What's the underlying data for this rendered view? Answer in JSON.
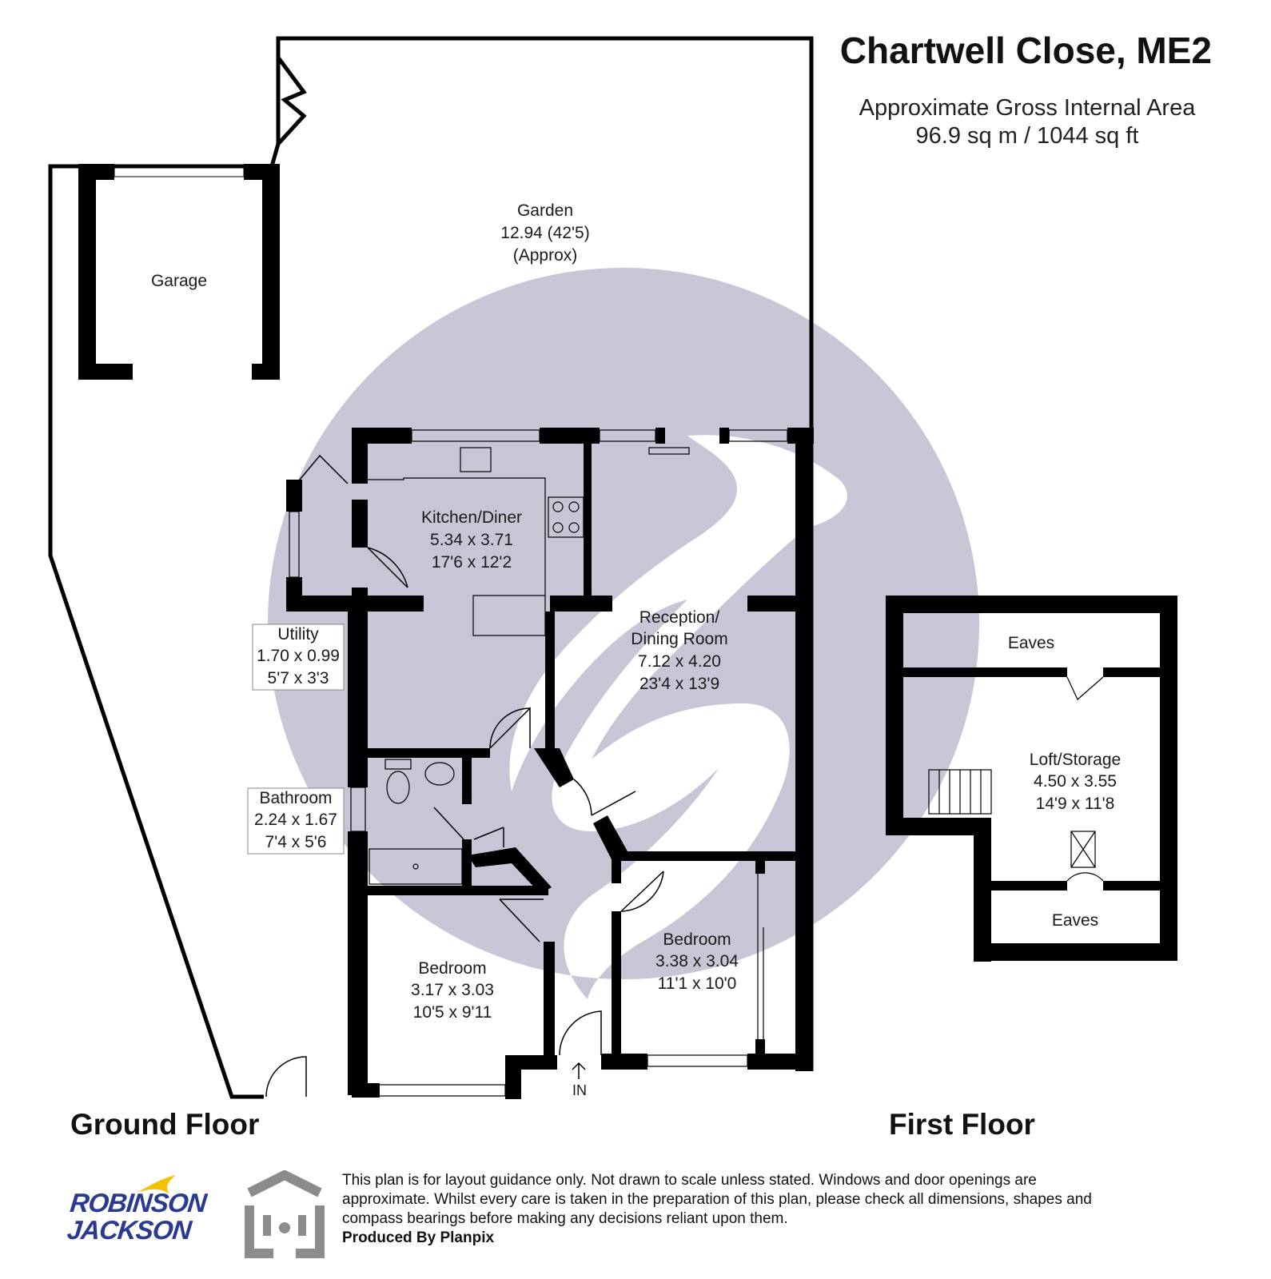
{
  "header": {
    "title": "Chartwell Close, ME2",
    "area_line1": "Approximate Gross Internal Area",
    "area_line2": "96.9 sq m / 1044 sq ft"
  },
  "ground_floor": {
    "label": "Ground Floor",
    "rooms": {
      "garden": {
        "name": "Garden",
        "dim_metric": "12.94 (42'5)",
        "note": "(Approx)"
      },
      "garage": {
        "name": "Garage"
      },
      "kitchen": {
        "name": "Kitchen/Diner",
        "dim_metric": "5.34 x 3.71",
        "dim_imperial": "17'6 x 12'2"
      },
      "reception": {
        "name1": "Reception/",
        "name2": "Dining Room",
        "dim_metric": "7.12 x 4.20",
        "dim_imperial": "23'4 x 13'9"
      },
      "utility": {
        "name": "Utility",
        "dim_metric": "1.70 x 0.99",
        "dim_imperial": "5'7 x 3'3"
      },
      "bathroom": {
        "name": "Bathroom",
        "dim_metric": "2.24 x 1.67",
        "dim_imperial": "7'4 x 5'6"
      },
      "bedroom_left": {
        "name": "Bedroom",
        "dim_metric": "3.17 x 3.03",
        "dim_imperial": "10'5 x 9'11"
      },
      "bedroom_right": {
        "name": "Bedroom",
        "dim_metric": "3.38 x 3.04",
        "dim_imperial": "11'1 x 10'0"
      },
      "entrance": {
        "label": "IN"
      }
    }
  },
  "first_floor": {
    "label": "First Floor",
    "rooms": {
      "eaves_top": {
        "name": "Eaves"
      },
      "loft": {
        "name": "Loft/Storage",
        "dim_metric": "4.50 x 3.55",
        "dim_imperial": "14'9 x 11'8"
      },
      "eaves_bottom": {
        "name": "Eaves"
      }
    }
  },
  "footer": {
    "brand_line1": "ROBINSON",
    "brand_line2": "JACKSON",
    "disclaimer": "This plan is for layout guidance only. Not drawn to scale unless stated. Windows and door openings are approximate. Whilst every care is taken in the preparation of this plan, please check all dimensions, shapes and compass bearings before making any decisions reliant upon them.",
    "produced_by": "Produced By Planpix"
  },
  "colors": {
    "wall": "#000000",
    "watermark": "#c4c3d4",
    "brand_blue": "#2a3b8f",
    "brand_yellow": "#f2c200",
    "planpix_gray": "#8c8c8c"
  },
  "icons": [
    "watermark-logo",
    "brand-bird-icon",
    "planpix-house-icon",
    "entrance-arrow-icon"
  ]
}
